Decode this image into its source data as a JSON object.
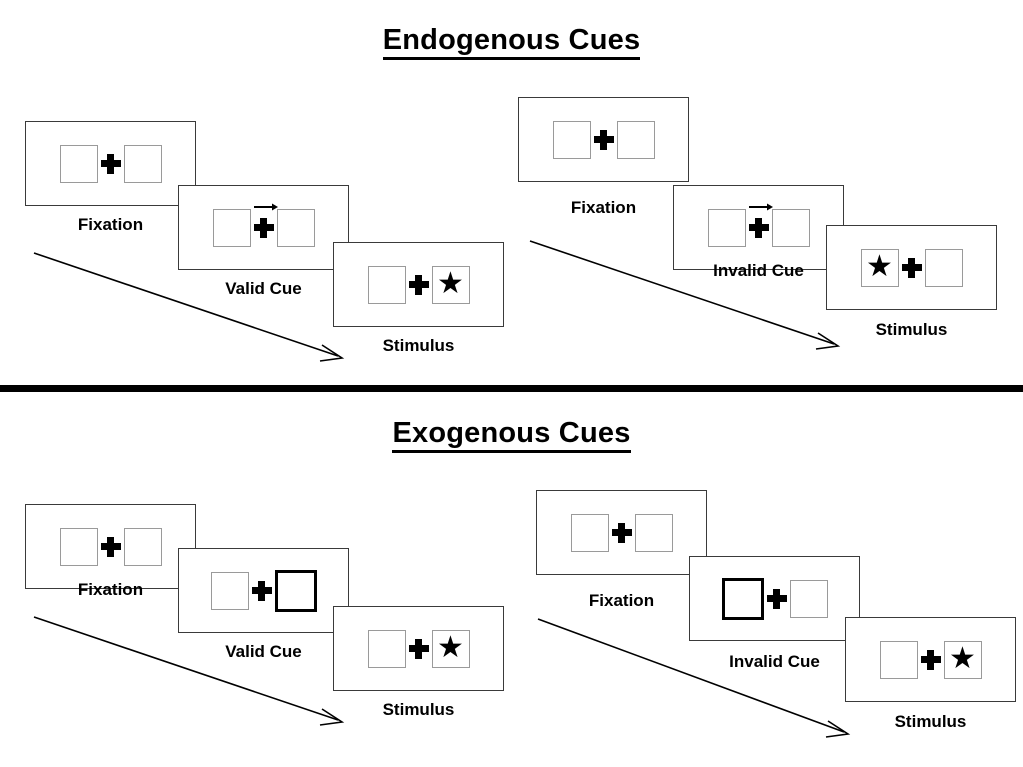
{
  "figure": {
    "sections": [
      {
        "id": "endogenous",
        "title": "Endogenous Cues",
        "cue_type": "arrow",
        "sequences": [
          {
            "id": "endogenous-valid",
            "panels": [
              {
                "label": "Fixation",
                "cue": "none",
                "cue_side": "none",
                "target_side": "none"
              },
              {
                "label": "Valid Cue",
                "cue": "arrow-right",
                "cue_side": "right",
                "target_side": "none"
              },
              {
                "label": "Stimulus",
                "cue": "none",
                "cue_side": "none",
                "target_side": "right"
              }
            ]
          },
          {
            "id": "endogenous-invalid",
            "panels": [
              {
                "label": "Fixation",
                "cue": "none",
                "cue_side": "none",
                "target_side": "none"
              },
              {
                "label": "Invalid Cue",
                "cue": "arrow-right",
                "cue_side": "right",
                "target_side": "none"
              },
              {
                "label": "Stimulus",
                "cue": "none",
                "cue_side": "none",
                "target_side": "left"
              }
            ]
          }
        ]
      },
      {
        "id": "exogenous",
        "title": "Exogenous Cues",
        "cue_type": "box-flash",
        "sequences": [
          {
            "id": "exogenous-valid",
            "panels": [
              {
                "label": "Fixation",
                "cue": "none",
                "cue_side": "none",
                "target_side": "none"
              },
              {
                "label": "Valid Cue",
                "cue": "box-highlight",
                "cue_side": "right",
                "target_side": "none"
              },
              {
                "label": "Stimulus",
                "cue": "none",
                "cue_side": "none",
                "target_side": "right"
              }
            ]
          },
          {
            "id": "exogenous-invalid",
            "panels": [
              {
                "label": "Fixation",
                "cue": "none",
                "cue_side": "none",
                "target_side": "none"
              },
              {
                "label": "Invalid Cue",
                "cue": "box-highlight",
                "cue_side": "left",
                "target_side": "none"
              },
              {
                "label": "Stimulus",
                "cue": "none",
                "cue_side": "none",
                "target_side": "right"
              }
            ]
          }
        ]
      }
    ],
    "glyphs": {
      "target": "★",
      "fixation": "plus-cross",
      "cue_arrow": "arrow-right-icon",
      "time_arrow": "time-flow-arrow"
    },
    "colors": {
      "ink": "#000000",
      "panel_border": "#3a3a3a",
      "box_border": "#9a9a9a",
      "cued_box_border": "#000000",
      "background": "#ffffff"
    }
  },
  "labels": {
    "endogenous_title": "Endogenous Cues",
    "exogenous_title": "Exogenous Cues",
    "fixation": "Fixation",
    "valid_cue": "Valid Cue",
    "invalid_cue": "Invalid Cue",
    "stimulus": "Stimulus"
  }
}
